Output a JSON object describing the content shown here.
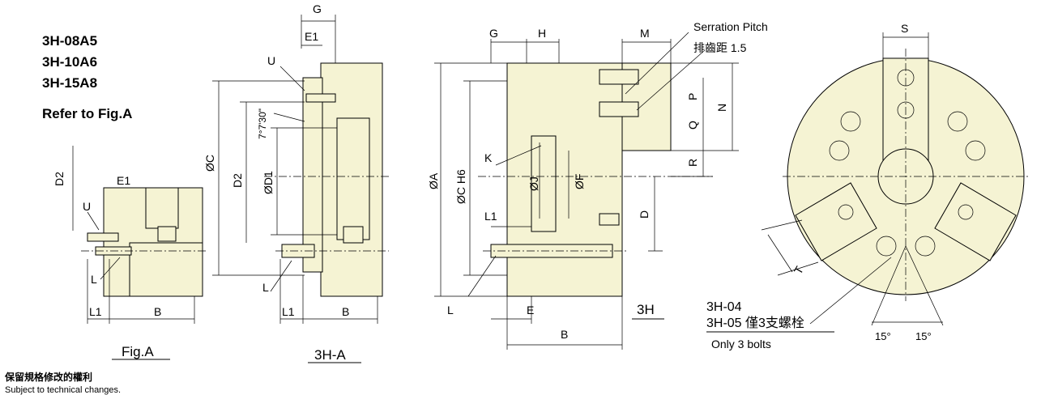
{
  "models": [
    "3H-08A5",
    "3H-10A6",
    "3H-15A8"
  ],
  "refer_text": "Refer to Fig.A",
  "fig_a": {
    "caption": "Fig.A",
    "labels": {
      "d2": "D2",
      "e1": "E1",
      "u": "U",
      "l": "L",
      "l1": "L1",
      "b": "B"
    }
  },
  "fig_3ha": {
    "caption": "3H-A",
    "labels": {
      "g": "G",
      "e1": "E1",
      "u": "U",
      "angle": "7°7'30\"",
      "c": "ØC",
      "d2": "D2",
      "d1": "ØD1",
      "l": "L",
      "l1": "L1",
      "b": "B"
    }
  },
  "fig_3h": {
    "caption": "3H",
    "serration_pitch": "Serration Pitch",
    "serration_pitch_cn": "排齒距 1.5",
    "labels": {
      "g": "G",
      "h": "H",
      "m": "M",
      "a": "ØA",
      "c_h6": "ØC H6",
      "k": "K",
      "j": "ØJ",
      "f": "ØF",
      "l1": "L1",
      "l": "L",
      "e": "E",
      "b": "B",
      "p": "P",
      "n": "N",
      "q": "Q",
      "r": "R",
      "d": "D"
    }
  },
  "front_view": {
    "labels": {
      "s": "S",
      "t": "T",
      "angle_left": "15°",
      "angle_right": "15°"
    },
    "note_line1": "3H-04",
    "note_line2": "3H-05 僅3支螺栓",
    "note_line3": "Only 3 bolts"
  },
  "footer": {
    "notice_cn": "保留規格修改的權利",
    "notice_en": "Subject to technical changes."
  }
}
